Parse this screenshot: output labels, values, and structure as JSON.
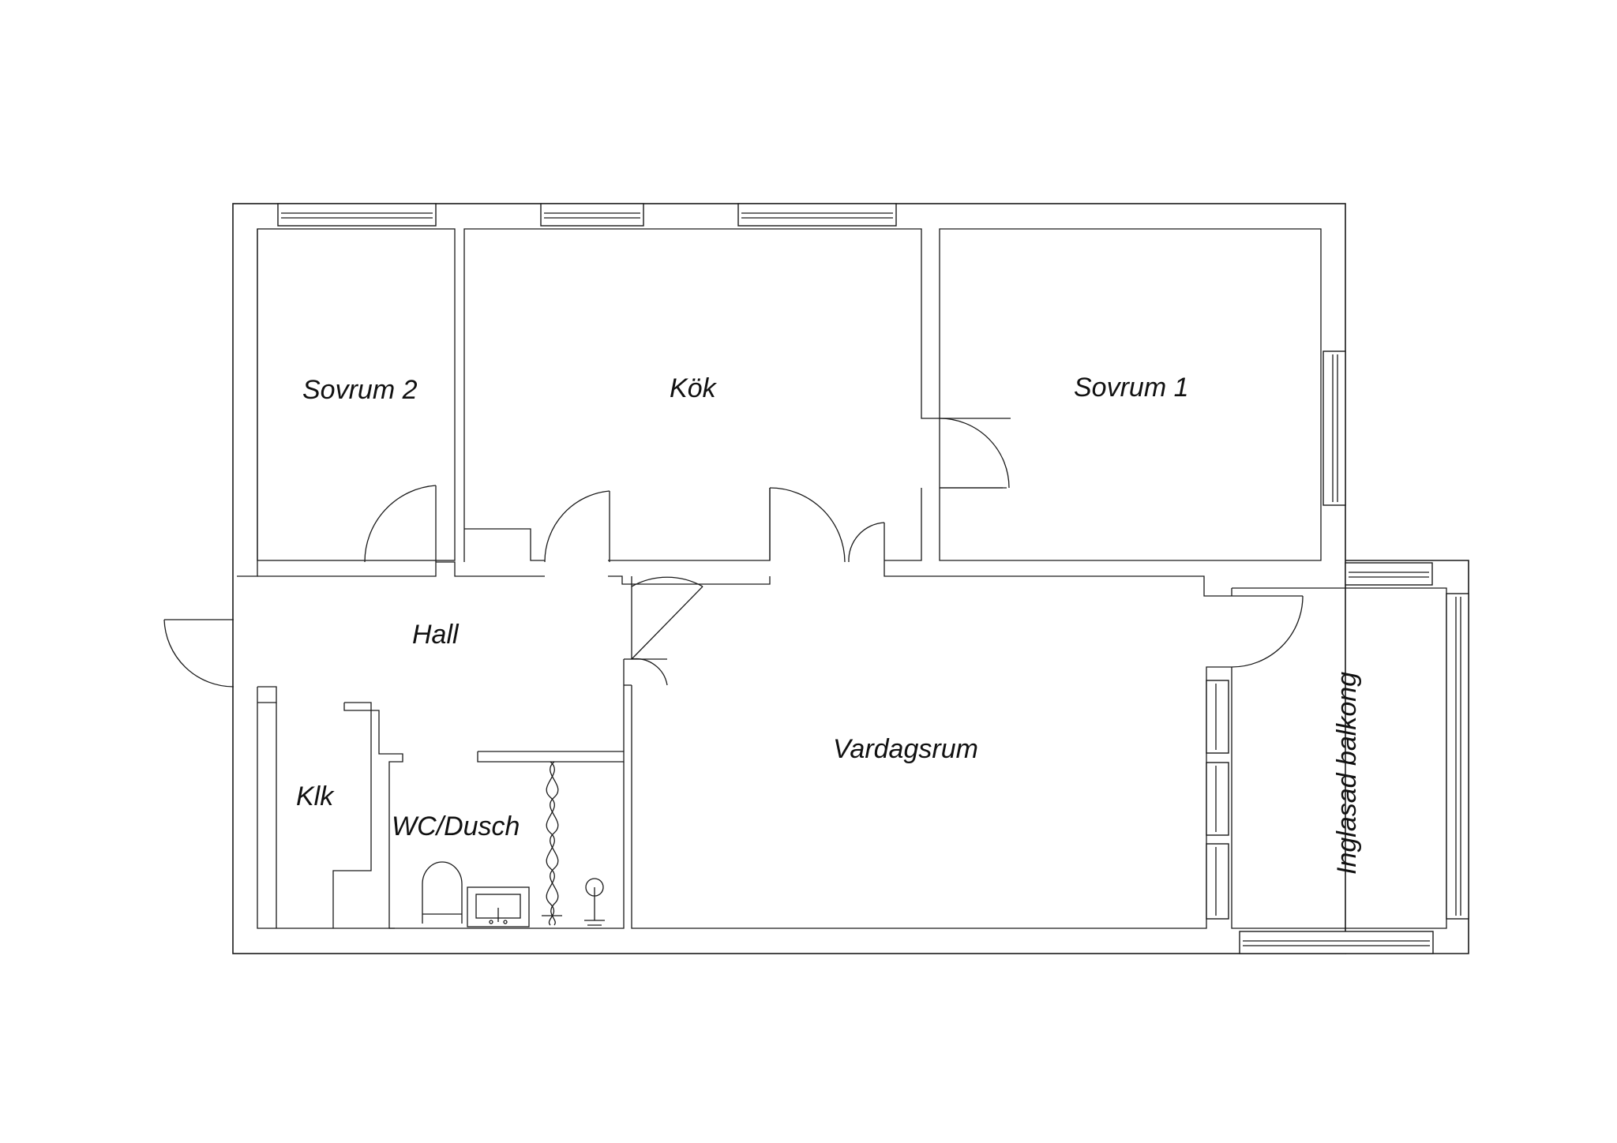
{
  "floor_plan": {
    "rooms": {
      "sovrum2": "Sovrum 2",
      "kok": "Kök",
      "sovrum1": "Sovrum 1",
      "hall": "Hall",
      "vardagsrum": "Vardagsrum",
      "klk": "Klk",
      "wc_dusch": "WC/Dusch",
      "balkong": "Inglasad balkong"
    }
  }
}
